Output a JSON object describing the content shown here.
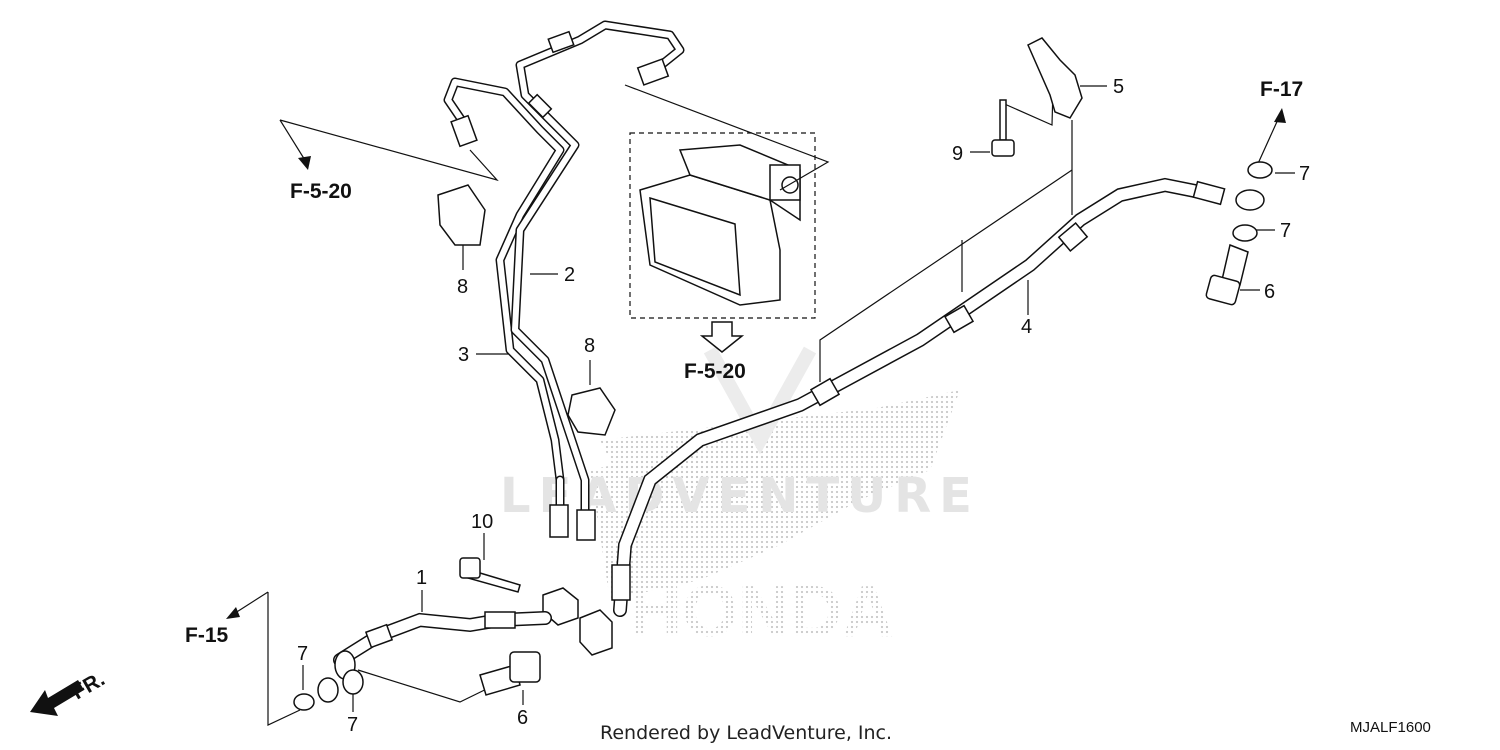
{
  "labels": {
    "p1": "1",
    "p2": "2",
    "p3": "3",
    "p4": "4",
    "p5": "5",
    "p6a": "6",
    "p6b": "6",
    "p7a": "7",
    "p7b": "7",
    "p7c": "7",
    "p7d": "7",
    "p8a": "8",
    "p8b": "8",
    "p9": "9",
    "p10": "10"
  },
  "refs": {
    "f520_left": "F-5-20",
    "f520_center": "F-5-20",
    "f17": "F-17",
    "f15": "F-15",
    "fr": "FR."
  },
  "footer": {
    "rendered_by": "Rendered by LeadVenture, Inc.",
    "code": "MJALF1600"
  },
  "watermark": {
    "brand": "LEADVENTURE",
    "logo": "HONDA"
  }
}
